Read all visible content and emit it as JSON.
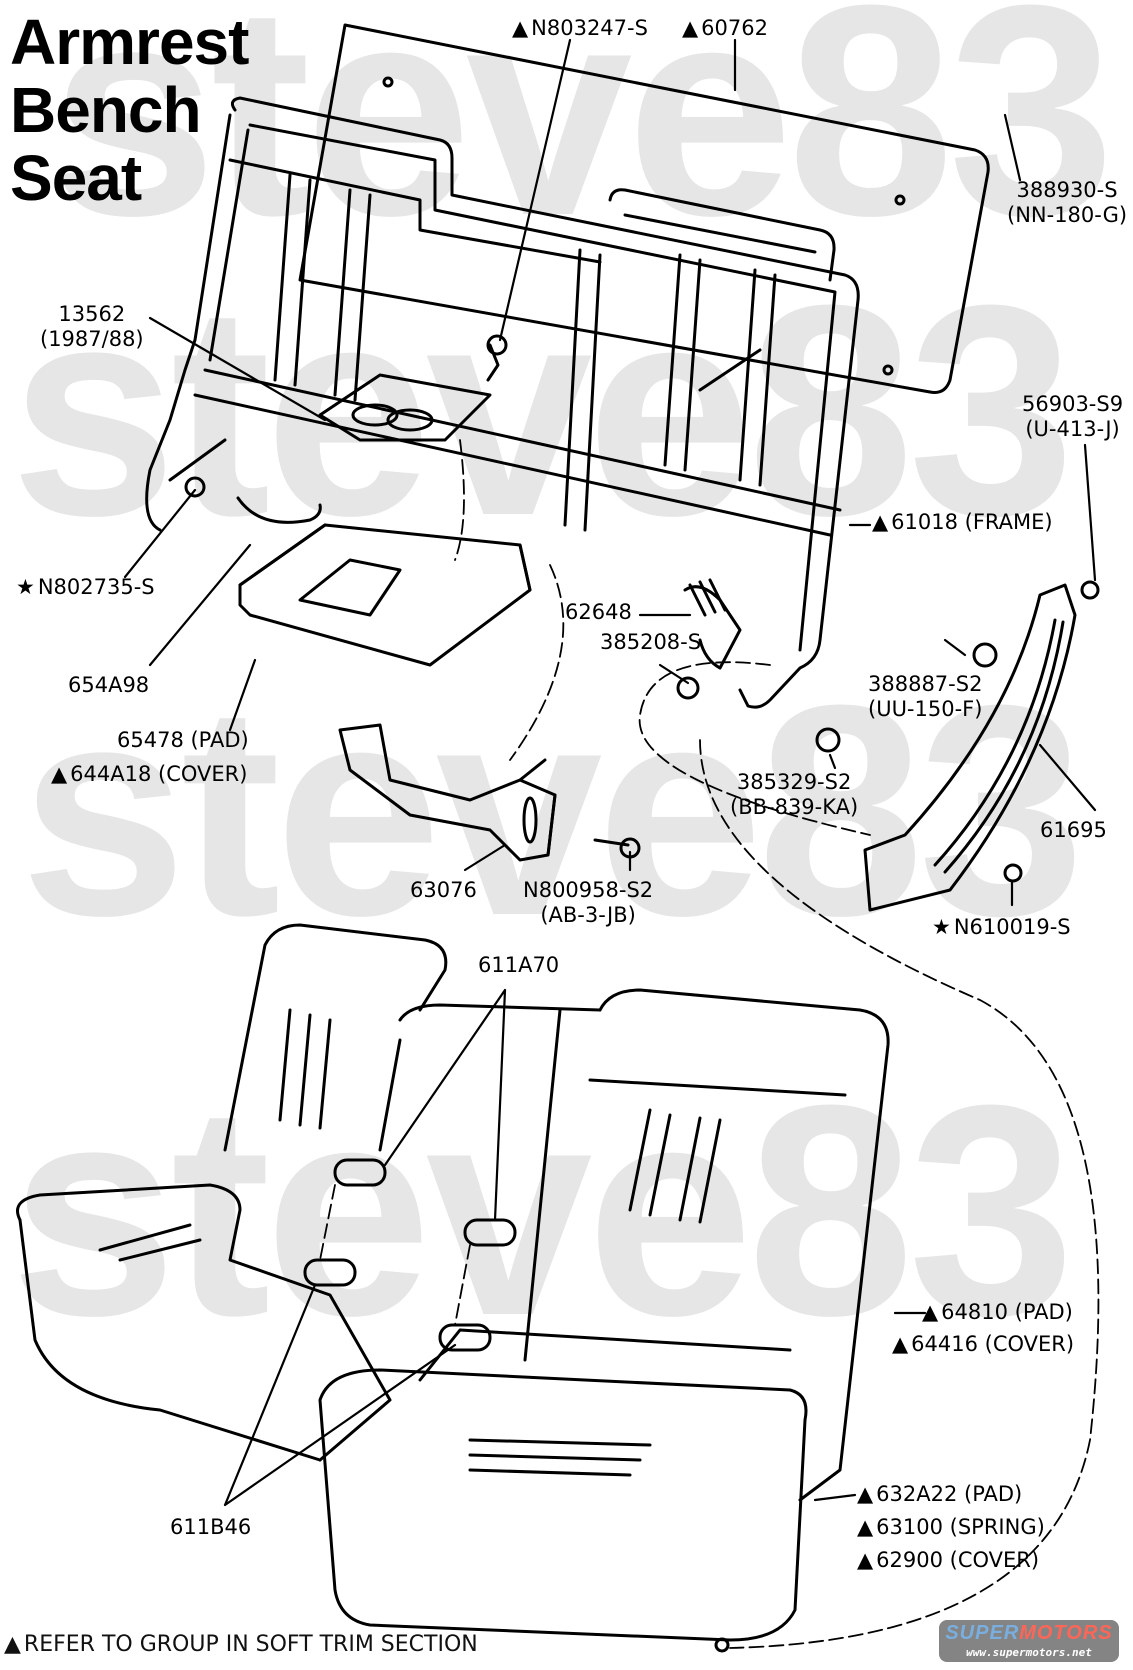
{
  "title": {
    "lines": [
      "Armrest",
      "Bench",
      "Seat"
    ]
  },
  "watermark": {
    "rows": [
      "steve83",
      "steve83",
      "steve83",
      "steve83"
    ],
    "color": "#e6e6e6"
  },
  "legend_marks": {
    "triangle": "▲",
    "star": "★"
  },
  "labels": {
    "n803247": {
      "mark": "▲",
      "text": "N803247-S"
    },
    "p60762": {
      "mark": "▲",
      "text": "60762"
    },
    "p388930": {
      "lines": [
        "388930-S",
        "(NN-180-G)"
      ]
    },
    "p13562": {
      "lines": [
        "13562",
        "(1987/88)"
      ]
    },
    "p56903": {
      "lines": [
        "56903-S9",
        "(U-413-J)"
      ]
    },
    "p61018": {
      "mark": "▲",
      "text": "61018 (FRAME)"
    },
    "n802735": {
      "mark": "★",
      "text": "N802735-S"
    },
    "p62648": {
      "text": "62648"
    },
    "p385208": {
      "text": "385208-S"
    },
    "p388887": {
      "lines": [
        "388887-S2",
        "(UU-150-F)"
      ]
    },
    "p654a98": {
      "text": "654A98"
    },
    "p65478": {
      "text": "65478 (PAD)"
    },
    "p644a18": {
      "mark": "▲",
      "text": "644A18 (COVER)"
    },
    "p385329": {
      "lines": [
        "385329-S2",
        "(BB-839-KA)"
      ]
    },
    "p61695": {
      "text": "61695"
    },
    "p63076": {
      "text": "63076"
    },
    "n800958": {
      "lines": [
        "N800958-S2",
        "(AB-3-JB)"
      ]
    },
    "n610019": {
      "mark": "★",
      "text": "N610019-S"
    },
    "p611a70": {
      "text": "611A70"
    },
    "p64810": {
      "mark": "▲",
      "text": "64810 (PAD)"
    },
    "p64416": {
      "mark": "▲",
      "text": "64416 (COVER)"
    },
    "p611b46": {
      "text": "611B46"
    },
    "p632a22": {
      "mark": "▲",
      "text": "632A22 (PAD)"
    },
    "p63100": {
      "mark": "▲",
      "text": "63100 (SPRING)"
    },
    "p62900": {
      "mark": "▲",
      "text": "62900 (COVER)"
    }
  },
  "footnote": {
    "mark": "▲",
    "text": "REFER TO GROUP IN SOFT TRIM SECTION"
  },
  "brand": {
    "name_part1": "SUPER",
    "name_part2": "MOTORS",
    "url": "www.supermotors.net",
    "color_part1": "#6fa8dc",
    "color_part2": "#ff5a4a"
  }
}
